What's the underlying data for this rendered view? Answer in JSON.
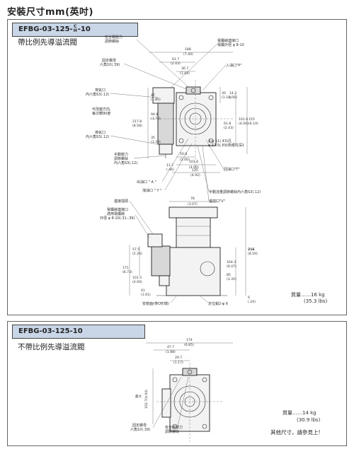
{
  "page_title": "安裝尺寸mm(英吋)",
  "panel1": {
    "model": "EFBG-03-125-",
    "model_stack_top": "C",
    "model_stack_bottom": "H",
    "model_suffix": "-10",
    "subtitle": "帶比例先導溢流閥",
    "labels": {
      "safety_valve": [
        "安全閥壓力",
        "調節螺絲"
      ],
      "lock_nut": [
        "固定螺母",
        "六角10(.39)"
      ],
      "connector": [
        "電纜線連接口",
        "電纜外徑 φ 8-10"
      ],
      "inlet": "入油口\"P\"",
      "exhaust1": [
        "排氣口",
        "內六角S3(.12)"
      ],
      "rotate": [
        "可改變方向,",
        "每次轉90度"
      ],
      "exhaust2": [
        "排氣口",
        "內六角S3(.12)"
      ],
      "manual": [
        "手動壓力",
        "調節螺絲",
        "內六角S3(.12)"
      ],
      "mount_holes": [
        "4-φ 11(.43)孔",
        "φ 17.5(.69)魚眼坑深1"
      ],
      "return": "回油口\"T\"",
      "outlet_a": "出油口 \" A \"",
      "drain_y": "洩油口 \" Y \"",
      "manual_flow": "手動流量調節螺絲內六角S3(.12)",
      "remote": "遙控口\"V\"",
      "cable_clamp": "連接插頭",
      "cable_conn2": [
        "電纜線連接口",
        "適用電纜線",
        "外徑 φ 8-10(.31-.39)"
      ],
      "mount_face": "安裝面(帶O形環)",
      "locating_pin": "定位銷2-φ 6"
    },
    "dims": {
      "d188": "188",
      "d188i": "(7.40)",
      "d617": "61.7",
      "d617i": "(2.43)",
      "d367": "36.7",
      "d367i": "(1.44)",
      "d47": "47",
      "d47i": "(1.85)",
      "d30": "30",
      "d30i": "(1.18)",
      "d142": "14.2",
      "d142i": "(.56)",
      "d618": "61.8",
      "d618i": "(2.43)",
      "d1016v": "101.6",
      "d1016vi": "(4.00)",
      "d155": "155",
      "d155i": "(6.10)",
      "d2178": "217.8",
      "d2178i": "(8.58)",
      "d948": "94.8",
      "d948i": "(3.73)",
      "d35": "35",
      "d35i": "(1.38)",
      "d508": "50.8",
      "d508i": "(2.00)",
      "d1016h": "101.6",
      "d1016hi": "(4.00)",
      "d117": "11.7",
      "d117i": "(.46)",
      "d125": "125",
      "d125i": "(4.92)",
      "d78": "78",
      "d78i": "(3.07)",
      "d575": "57.5",
      "d575i": "(2.26)",
      "d171": "171",
      "d171i": "(6.73)",
      "d1015": "101.5",
      "d1015i": "(4.00)",
      "d41": "41",
      "d41i": "(1.61)",
      "d216": "216",
      "d216i": "(8.50)",
      "d1643": "164.3",
      "d1643i": "(6.47)",
      "d85": "85",
      "d85i": "(3.35)",
      "d6": "6",
      "d6i": "(.24)"
    },
    "weight": "質量……16 kg",
    "weight_lbs": "(35.3 lbs)"
  },
  "panel2": {
    "model": "EFBG-03-125-10",
    "subtitle": "不帶比例先導溢流閥",
    "labels": {
      "max": "最大",
      "lock_nut": [
        "固定螺母",
        "六角10(.39)"
      ],
      "safety_valve": [
        "安全閥壓力",
        "調節螺絲"
      ]
    },
    "dims": {
      "d174": "174",
      "d174i": "(6.85)",
      "d477": "47.7",
      "d477i": "(1.88)",
      "d297": "29.7",
      "d297i": "(1.17)",
      "d1027": "102.7(4.04)"
    },
    "weight": "質量……14 kg",
    "weight_lbs": "(30.9 lbs)",
    "footnote": "其他尺寸，請參見上!"
  }
}
